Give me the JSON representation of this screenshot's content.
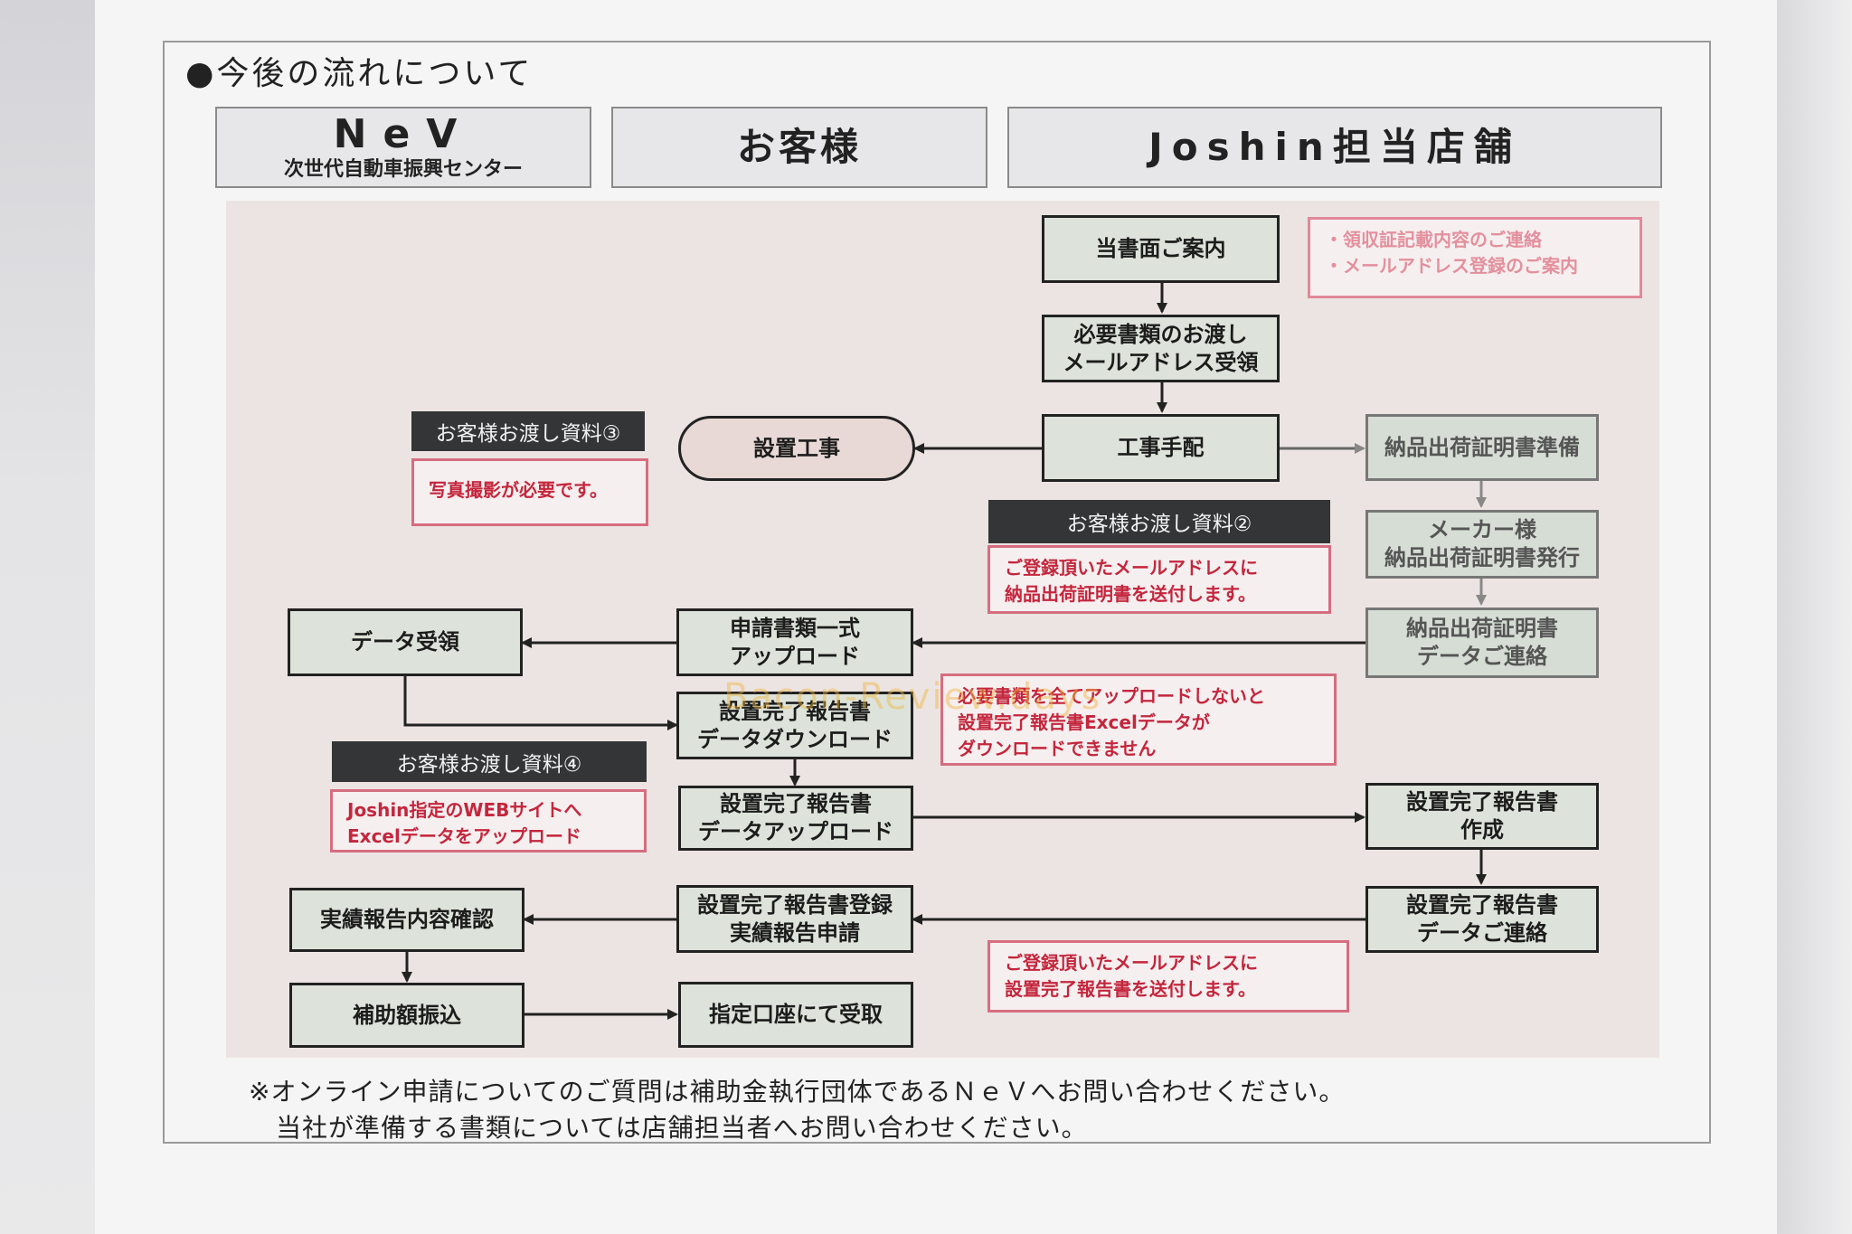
{
  "heading": "●今後の流れについて",
  "lanes": [
    {
      "name": "NeV",
      "sub": "次世代自動車振興センター"
    },
    {
      "name": "お客様",
      "sub": ""
    },
    {
      "name": "Joshin担当店舗",
      "sub": ""
    }
  ],
  "nodes": {
    "toushomen": [
      "当書面ご案内"
    ],
    "hitsuyou": [
      "必要書類のお渡し",
      "メールアドレス受領"
    ],
    "kouji_tehai": [
      "工事手配"
    ],
    "setchi_kouji": [
      "設置工事"
    ],
    "nouhin_junbi": [
      "納品出荷証明書準備"
    ],
    "maker_hakkou": [
      "メーカー様",
      "納品出荷証明書発行"
    ],
    "nouhin_renraku": [
      "納品出荷証明書",
      "データご連絡"
    ],
    "shinsei_upload": [
      "申請書類一式",
      "アップロード"
    ],
    "data_juryou": [
      "データ受領"
    ],
    "houkoku_download": [
      "設置完了報告書",
      "データダウンロード"
    ],
    "houkoku_upload": [
      "設置完了報告書",
      "データアップロード"
    ],
    "houkoku_sakusei": [
      "設置完了報告書",
      "作成"
    ],
    "houkoku_renraku": [
      "設置完了報告書",
      "データご連絡"
    ],
    "houkoku_touroku": [
      "設置完了報告書登録",
      "実績報告申請"
    ],
    "jisseki_kakunin": [
      "実績報告内容確認"
    ],
    "hojogaku": [
      "補助額振込"
    ],
    "shitei_kouza": [
      "指定口座にて受取"
    ]
  },
  "labels": {
    "shiryou3": "お客様お渡し資料③",
    "shiryou2": "お客様お渡し資料②",
    "shiryou4": "お客様お渡し資料④"
  },
  "notes": {
    "top": [
      "・領収証記載内容のご連絡",
      "・メールアドレス登録のご案内"
    ],
    "photo": [
      "写真撮影が必要です。"
    ],
    "email_nouhin": [
      "ご登録頂いたメールアドレスに",
      "納品出荷証明書を送付します。"
    ],
    "upload_warning": [
      "必要書類を全てアップロードしないと",
      "設置完了報告書Excelデータが",
      "ダウンロードできません"
    ],
    "joshin_web": [
      "Joshin指定のWEBサイトへ",
      "Excelデータをアップロード"
    ],
    "email_houkoku": [
      "ご登録頂いたメールアドレスに",
      "設置完了報告書を送付します。"
    ]
  },
  "footer": [
    "※オンライン申請についてのご質問は補助金執行団体であるＮｅＶへお問い合わせください。",
    "当社が準備する書類については店舗担当者へお問い合わせください。"
  ],
  "watermark": "Bacon-Review.days",
  "colors": {
    "node_fill": "#dde3da",
    "note_border": "#d66d7f",
    "note_text": "#c4263c",
    "label_fill": "#333536",
    "flow_bg": "#ece4e2"
  }
}
